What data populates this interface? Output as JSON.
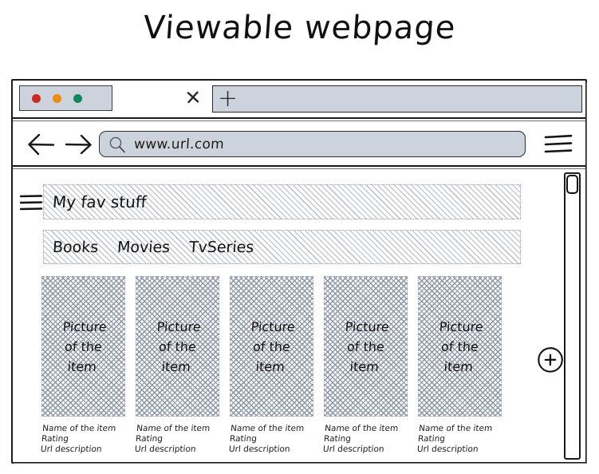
{
  "page": {
    "title": "Viewable webpage"
  },
  "browser": {
    "window_controls": {
      "close_dot": "close-dot",
      "minimize_dot": "minimize-dot",
      "maximize_dot": "maximize-dot",
      "close_color": "#cc2a21",
      "minimize_color": "#ee8b0a",
      "maximize_color": "#0e8a58"
    },
    "tab_close_label": "✕",
    "new_tab_label": "+",
    "back_icon": "arrow-left-icon",
    "forward_icon": "arrow-right-icon",
    "search_icon": "search-icon",
    "menu_icon": "hamburger-menu-icon",
    "url_value": "www.url.com"
  },
  "site": {
    "menu_icon": "hamburger-menu-icon",
    "header_title": "My fav stuff",
    "nav_items": [
      {
        "label": "Books"
      },
      {
        "label": "Movies"
      },
      {
        "label": "TvSeries"
      }
    ],
    "add_button_label": "+",
    "cards": [
      {
        "thumb_label": "Picture\nof the\nitem",
        "name": "Name of the item",
        "rating": "Rating",
        "url_description": "Url description"
      },
      {
        "thumb_label": "Picture\nof the\nitem",
        "name": "Name of the item",
        "rating": "Rating",
        "url_description": "Url description"
      },
      {
        "thumb_label": "Picture\nof the\nitem",
        "name": "Name of the item",
        "rating": "Rating",
        "url_description": "Url description"
      },
      {
        "thumb_label": "Picture\nof the\nitem",
        "name": "Name of the item",
        "rating": "Rating",
        "url_description": "Url description"
      },
      {
        "thumb_label": "Picture\nof the\nitem",
        "name": "Name of the item",
        "rating": "Rating",
        "url_description": "Url description"
      }
    ]
  },
  "scrollbar": {
    "thumb": "scrollbar-thumb"
  }
}
